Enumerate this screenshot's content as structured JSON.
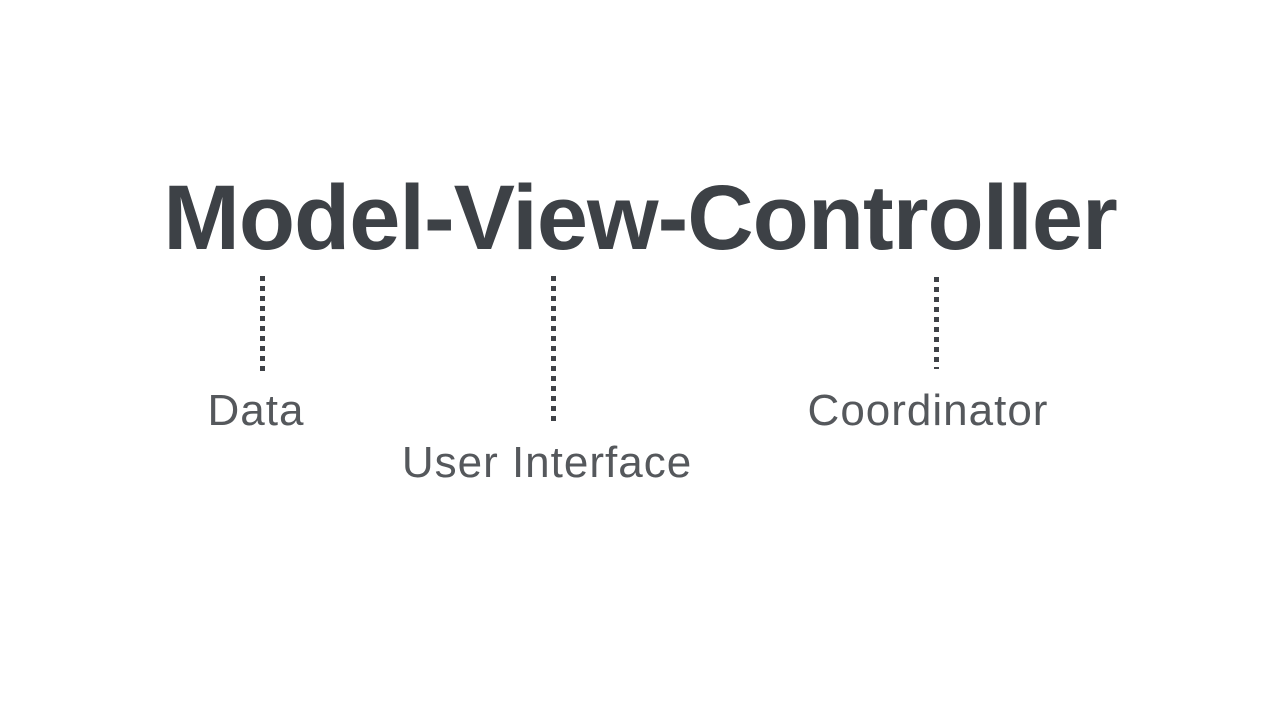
{
  "diagram": {
    "title": "Model-View-Controller",
    "nodes": [
      {
        "term": "Model",
        "label": "Data"
      },
      {
        "term": "View",
        "label": "User Interface"
      },
      {
        "term": "Controller",
        "label": "Coordinator"
      }
    ],
    "colors": {
      "title_text": "#3d4146",
      "label_text": "#55585c",
      "connector_dots": "#3f4247",
      "background": "#ffffff"
    }
  }
}
